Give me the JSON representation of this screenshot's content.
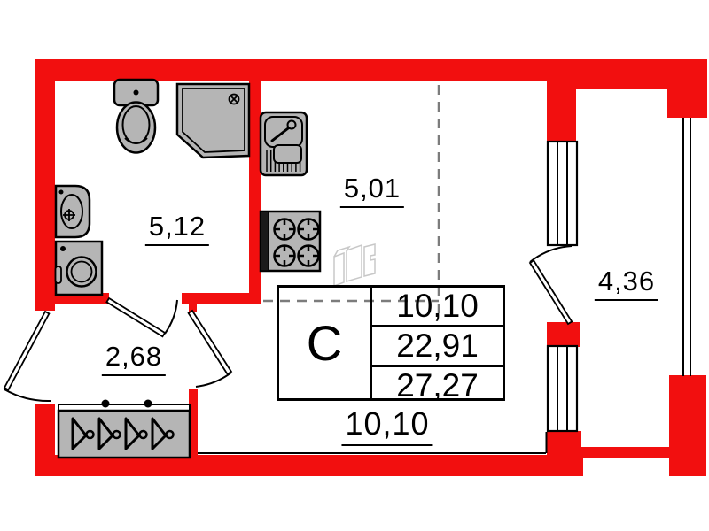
{
  "title": "studio-floor-plan",
  "colors": {
    "wall": "#f20f0f",
    "ink": "#000000",
    "fixture": "#b5b5b5",
    "dash": "#7c7c7c",
    "sketch": "#c8c8c8"
  },
  "rooms": {
    "bathroom": {
      "area": "5,12"
    },
    "kitchen": {
      "area": "5,01"
    },
    "hall": {
      "area": "2,68"
    },
    "balcony": {
      "area": "4,36"
    },
    "living": {
      "area": "10,10"
    }
  },
  "stamp": {
    "type": "С",
    "values": [
      "10,10",
      "22,91",
      "27,27"
    ]
  },
  "icons": [
    "toilet-icon",
    "shower-icon",
    "bathroom-sink-icon",
    "washing-machine-icon",
    "kitchen-sink-icon",
    "stove-icon",
    "wardrobe-hangers-icon",
    "door-swing-icon",
    "window-icon"
  ]
}
